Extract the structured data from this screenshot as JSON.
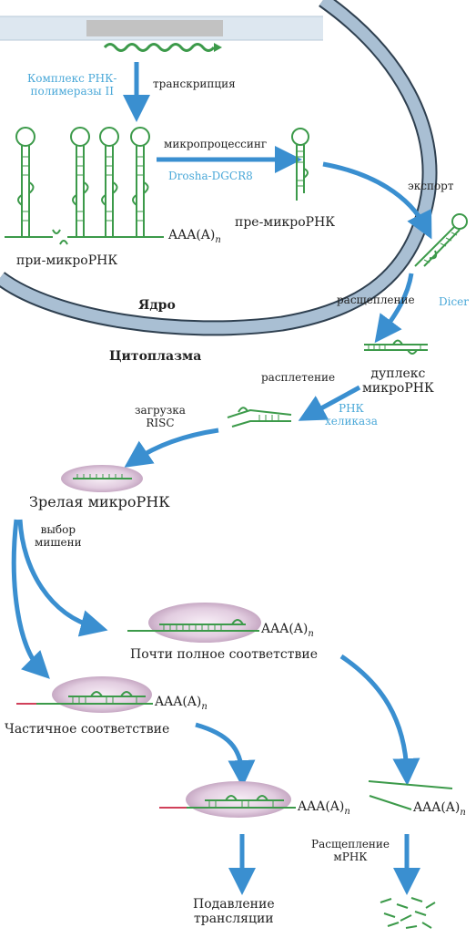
{
  "labels": {
    "rna_pol_complex_1": "Комплекс РНК-",
    "rna_pol_complex_2": "полимеразы II",
    "transcription": "транскрипция",
    "microprocessing": "микропроцессинг",
    "drosha": "Drosha-DGCR8",
    "export": "экспорт",
    "pri_mirna": "при-микроРНК",
    "pre_mirna": "пре-микроРНК",
    "polya": "AAA(A)",
    "polya_sub": "n",
    "nucleus": "Ядро",
    "cytoplasm": "Цитоплазма",
    "cleavage": "расщепление",
    "dicer": "Dicer",
    "duplex_1": "дуплекс",
    "duplex_2": "микроРНК",
    "unwinding": "расплетение",
    "helicase_1": "РНК",
    "helicase_2": "хеликаза",
    "risc_1": "загрузка",
    "risc_2": "RISC",
    "mature": "Зрелая микроРНК",
    "target_1": "выбор",
    "target_2": "мишени",
    "near_full": "Почти полное соответствие",
    "partial": "Частичное соответствие",
    "mrna_cleave_1": "Расщепление",
    "mrna_cleave_2": "мРНК",
    "repress_1": "Подавление",
    "repress_2": "трансляции"
  },
  "colors": {
    "arrow": "#3a8fd0",
    "rna": "#3c9a4a",
    "membrane": "#a9bfd3",
    "membrane_edge": "#2f4050",
    "risc": "#c7a9c4",
    "mismatch": "#d0405a",
    "blue_text": "#4aa8d8"
  }
}
